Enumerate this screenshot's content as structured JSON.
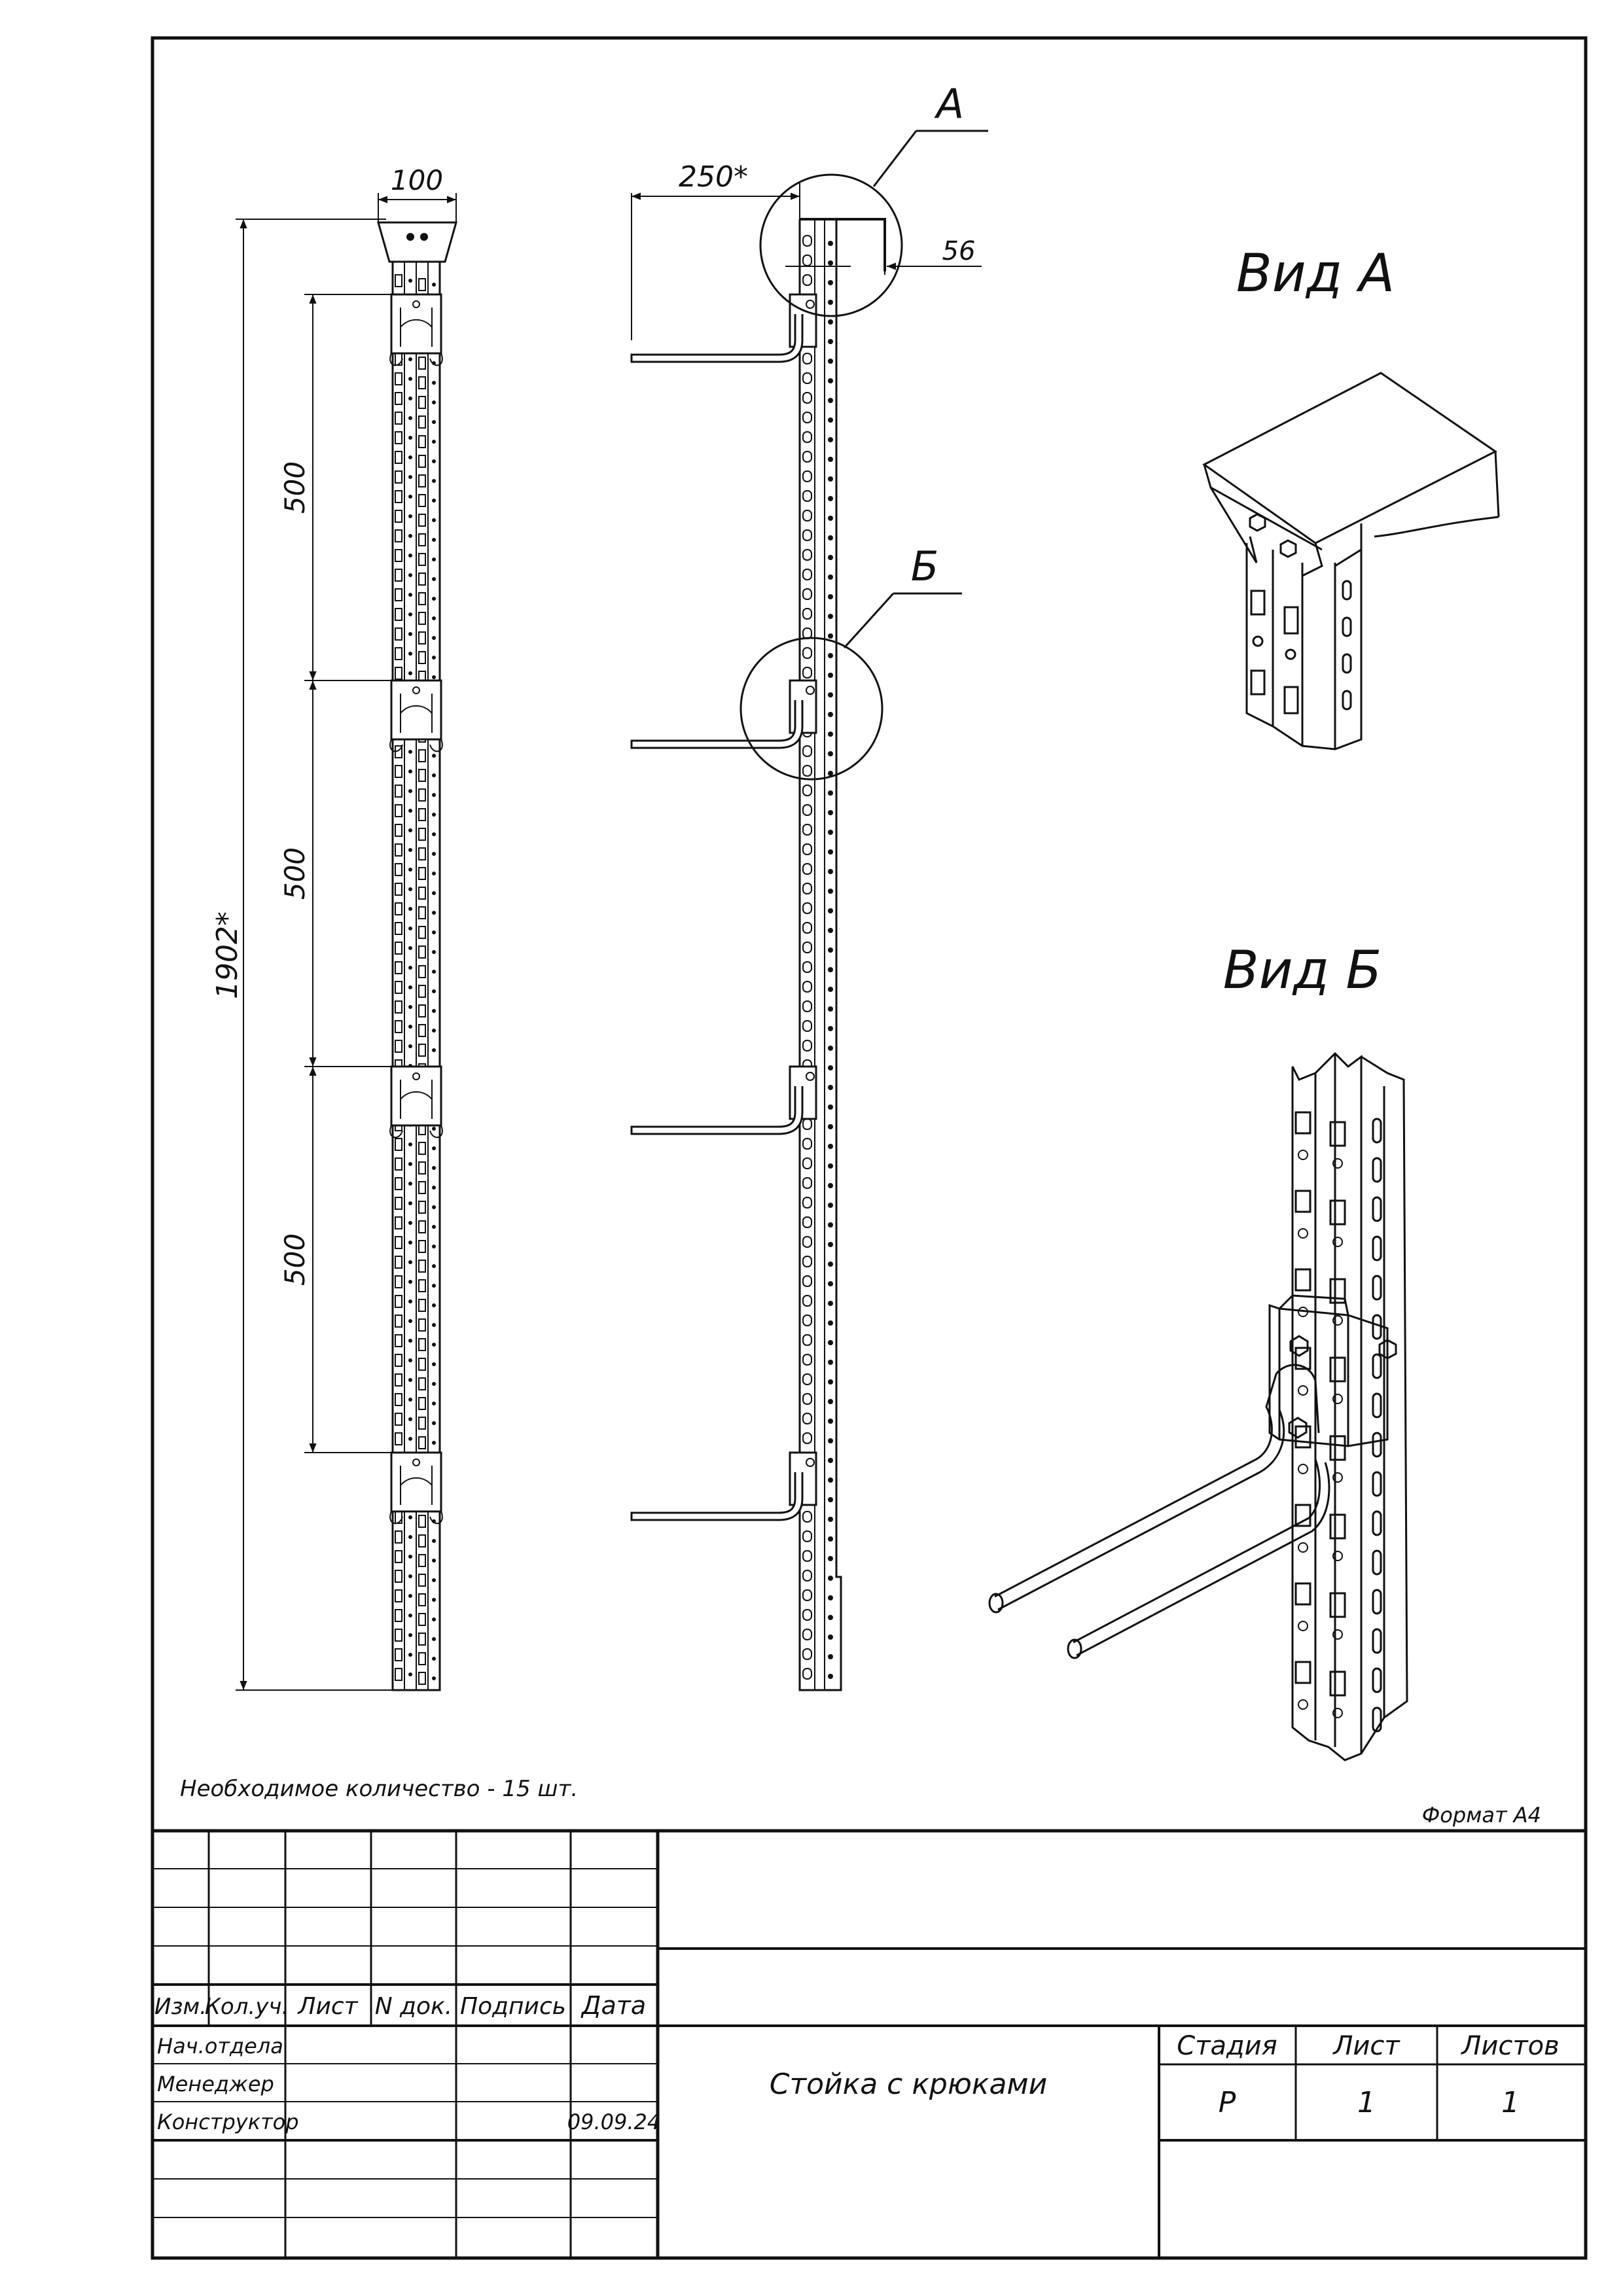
{
  "dimensions": {
    "width_top": "100",
    "total_height": "1902*",
    "spacing_1": "500",
    "spacing_2": "500",
    "spacing_3": "500",
    "hook_reach": "250*",
    "top_cap": "56"
  },
  "callouts": {
    "a": "А",
    "b": "Б"
  },
  "views": {
    "view_a_title": "Вид А",
    "view_b_title": "Вид Б"
  },
  "notes": {
    "quantity": "Необходимое количество - 15 шт.",
    "format": "Формат А4"
  },
  "title_block": {
    "col_headers": [
      "Изм.",
      "Кол.уч.",
      "Лист",
      "N док.",
      "Подпись",
      "Дата"
    ],
    "roles": [
      "Нач.отдела",
      "Менеджер",
      "Конструктор"
    ],
    "date": "09.09.24",
    "drawing_title": "Стойка с крюками",
    "stage_label": "Стадия",
    "sheet_label": "Лист",
    "sheets_label": "Листов",
    "stage_value": "Р",
    "sheet_value": "1",
    "sheets_value": "1"
  }
}
